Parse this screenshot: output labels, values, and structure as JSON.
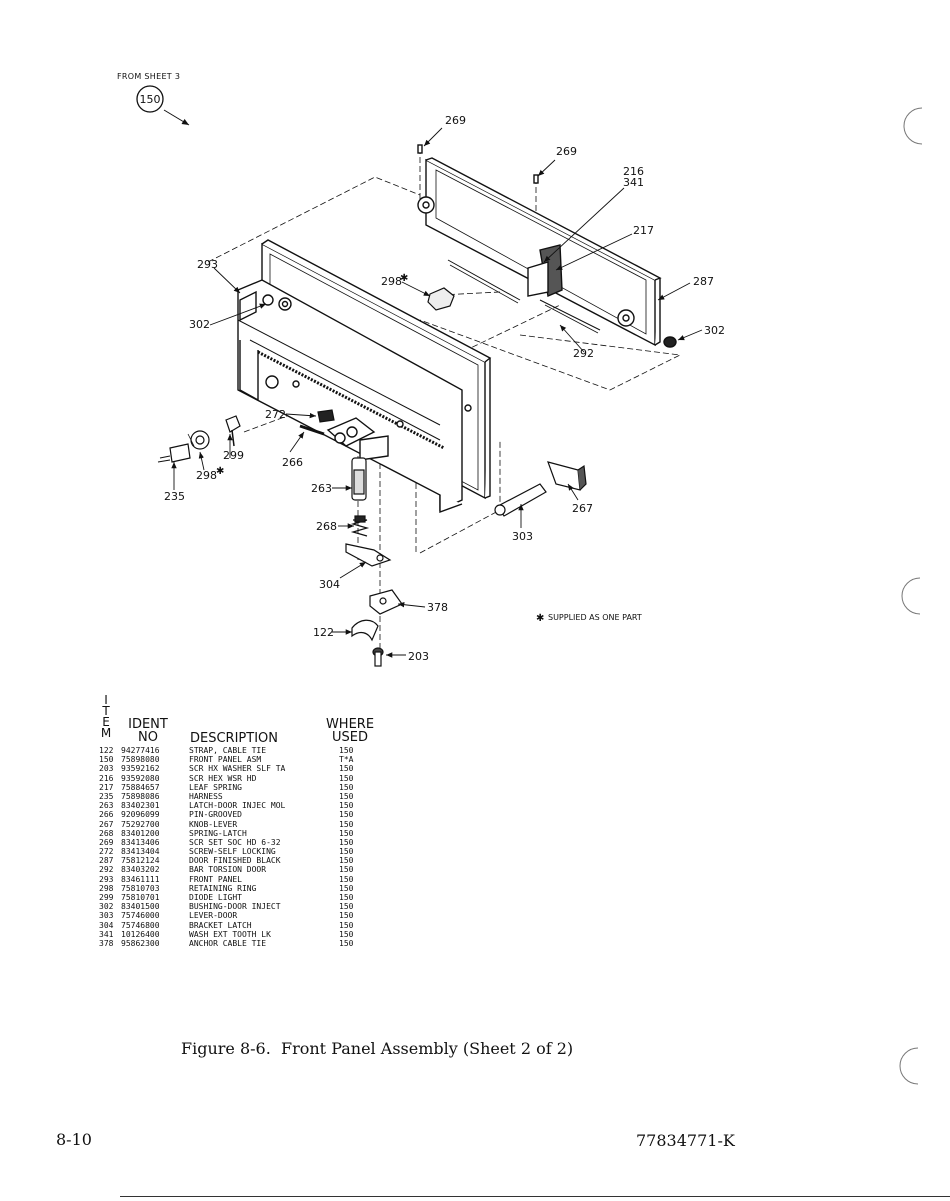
{
  "header": {
    "from_sheet_label": "FROM SHEET 3",
    "from_sheet_ref": "150",
    "supplied_note": "SUPPLIED AS ONE PART",
    "note_mark": "✱"
  },
  "callouts": {
    "c269a": "269",
    "c269b": "269",
    "c216": "216",
    "c341": "341",
    "c217": "217",
    "c287": "287",
    "c302r": "302",
    "c292": "292",
    "c293": "293",
    "c298a": "298",
    "c302l": "302",
    "c272": "272",
    "c299": "299",
    "c298b": "298",
    "c266": "266",
    "c235": "235",
    "c263": "263",
    "c268": "268",
    "c267": "267",
    "c303": "303",
    "c304": "304",
    "c378": "378",
    "c122": "122",
    "c203": "203"
  },
  "table": {
    "item_header_letters": [
      "I",
      "T",
      "E",
      "M"
    ],
    "ident_header": [
      "IDENT",
      "NO"
    ],
    "description_header": "DESCRIPTION",
    "where_header": [
      "WHERE",
      "USED"
    ],
    "rows": [
      {
        "item": "122",
        "ident": "94277416",
        "description": "STRAP, CABLE TIE",
        "where": "150"
      },
      {
        "item": "150",
        "ident": "75898080",
        "description": "FRONT PANEL ASM",
        "where": "T*A"
      },
      {
        "item": "203",
        "ident": "93592162",
        "description": "SCR HX WASHER SLF TA",
        "where": "150"
      },
      {
        "item": "216",
        "ident": "93592080",
        "description": "SCR HEX WSR HD",
        "where": "150"
      },
      {
        "item": "217",
        "ident": "75884657",
        "description": "LEAF SPRING",
        "where": "150"
      },
      {
        "item": "235",
        "ident": "75898086",
        "description": "HARNESS",
        "where": "150"
      },
      {
        "item": "263",
        "ident": "83402301",
        "description": "LATCH-DOOR INJEC MOL",
        "where": "150"
      },
      {
        "item": "266",
        "ident": "92096099",
        "description": "PIN-GROOVED",
        "where": "150"
      },
      {
        "item": "267",
        "ident": "75292700",
        "description": "KNOB-LEVER",
        "where": "150"
      },
      {
        "item": "268",
        "ident": "83401200",
        "description": "SPRING-LATCH",
        "where": "150"
      },
      {
        "item": "269",
        "ident": "83413406",
        "description": "SCR SET SOC HD 6-32",
        "where": "150"
      },
      {
        "item": "272",
        "ident": "83413404",
        "description": "SCREW-SELF LOCKING",
        "where": "150"
      },
      {
        "item": "287",
        "ident": "75812124",
        "description": "DOOR FINISHED BLACK",
        "where": "150"
      },
      {
        "item": "292",
        "ident": "83403202",
        "description": "BAR TORSION DOOR",
        "where": "150"
      },
      {
        "item": "293",
        "ident": "83461111",
        "description": "FRONT PANEL",
        "where": "150"
      },
      {
        "item": "298",
        "ident": "75810703",
        "description": "RETAINING RING",
        "where": "150"
      },
      {
        "item": "299",
        "ident": "75810701",
        "description": "DIODE LIGHT",
        "where": "150"
      },
      {
        "item": "302",
        "ident": "83401500",
        "description": "BUSHING-DOOR INJECT",
        "where": "150"
      },
      {
        "item": "303",
        "ident": "75746000",
        "description": "LEVER-DOOR",
        "where": "150"
      },
      {
        "item": "304",
        "ident": "75746800",
        "description": "BRACKET LATCH",
        "where": "150"
      },
      {
        "item": "341",
        "ident": "10126400",
        "description": "WASH EXT TOOTH LK",
        "where": "150"
      },
      {
        "item": "378",
        "ident": "95862300",
        "description": "ANCHOR CABLE TIE",
        "where": "150"
      }
    ]
  },
  "caption": "Figure 8-6.  Front Panel Assembly (Sheet 2 of 2)",
  "footer": {
    "page_number": "8-10",
    "document_number": "77834771-K"
  }
}
